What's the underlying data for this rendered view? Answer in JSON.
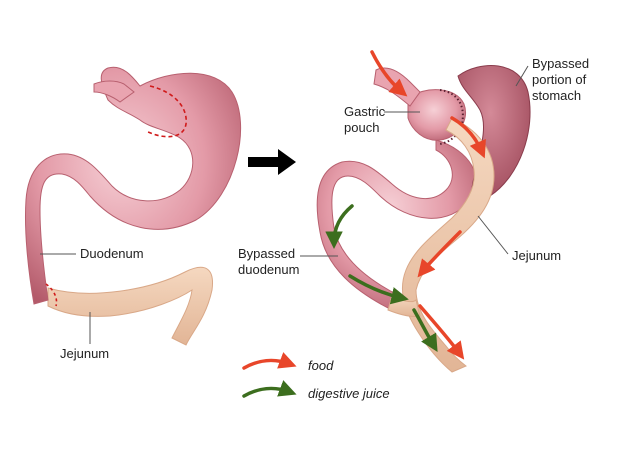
{
  "left_labels": {
    "duodenum": "Duodenum",
    "jejunum": "Jejunum"
  },
  "right_labels": {
    "bypassed_stomach_1": "Bypassed",
    "bypassed_stomach_2": "portion of",
    "bypassed_stomach_3": "stomach",
    "gastric_pouch_1": "Gastric",
    "gastric_pouch_2": "pouch",
    "bypassed_duodenum_1": "Bypassed",
    "bypassed_duodenum_2": "duodenum",
    "jejunum": "Jejunum"
  },
  "legend": {
    "food": "food",
    "digestive_juice": "digestive juice"
  },
  "colors": {
    "stomach": "#d98a99",
    "stomach_shadow": "#b8606f",
    "jejunum": "#f0ccb0",
    "jejunum_edge": "#d9a888",
    "food_arrow": "#e8462a",
    "juice_arrow": "#3c6e1e",
    "dashed_cut": "#d01a1a",
    "transition_arrow": "#000000"
  }
}
